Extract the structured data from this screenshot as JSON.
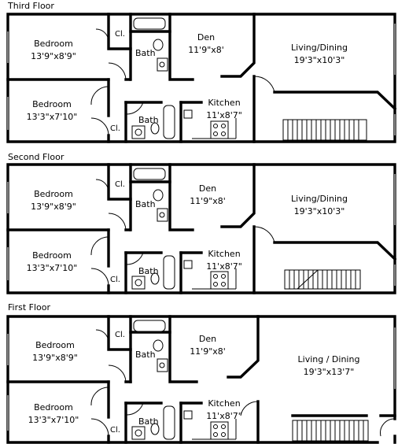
{
  "floors": [
    {
      "title": "Third Floor",
      "rooms": {
        "bedroom_front": {
          "name": "Bedroom",
          "dim": "13'9\"x8'9\""
        },
        "bedroom_rear": {
          "name": "Bedroom",
          "dim": "13'3\"x7'10\""
        },
        "closet_front": {
          "name": "Cl."
        },
        "closet_rear": {
          "name": "Cl."
        },
        "bath_front": {
          "name": "Bath"
        },
        "bath_rear": {
          "name": "Bath"
        },
        "den": {
          "name": "Den",
          "dim": "11'9\"x8'"
        },
        "kitchen": {
          "name": "Kitchen",
          "dim": "11'x8'7\""
        },
        "living": {
          "name": "Living/Dining",
          "dim": "19'3\"x10'3\""
        }
      }
    },
    {
      "title": "Second Floor",
      "rooms": {
        "bedroom_front": {
          "name": "Bedroom",
          "dim": "13'9\"x8'9\""
        },
        "bedroom_rear": {
          "name": "Bedroom",
          "dim": "13'3\"x7'10\""
        },
        "closet_front": {
          "name": "Cl."
        },
        "closet_rear": {
          "name": "Cl."
        },
        "bath_front": {
          "name": "Bath"
        },
        "bath_rear": {
          "name": "Bath"
        },
        "den": {
          "name": "Den",
          "dim": "11'9\"x8'"
        },
        "kitchen": {
          "name": "Kitchen",
          "dim": "11'x8'7\""
        },
        "living": {
          "name": "Living/Dining",
          "dim": "19'3\"x10'3\""
        }
      }
    },
    {
      "title": "First Floor",
      "rooms": {
        "bedroom_front": {
          "name": "Bedroom",
          "dim": "13'9\"x8'9\""
        },
        "bedroom_rear": {
          "name": "Bedroom",
          "dim": "13'3\"x7'10\""
        },
        "closet_front": {
          "name": "Cl."
        },
        "closet_rear": {
          "name": "Cl."
        },
        "bath_front": {
          "name": "Bath"
        },
        "bath_rear": {
          "name": "Bath"
        },
        "den": {
          "name": "Den",
          "dim": "11'9\"x8'"
        },
        "kitchen": {
          "name": "Kitchen",
          "dim": "11'x8'7\""
        },
        "living": {
          "name": "Living / Dining",
          "dim": "19'3\"x13'7\""
        }
      }
    }
  ]
}
